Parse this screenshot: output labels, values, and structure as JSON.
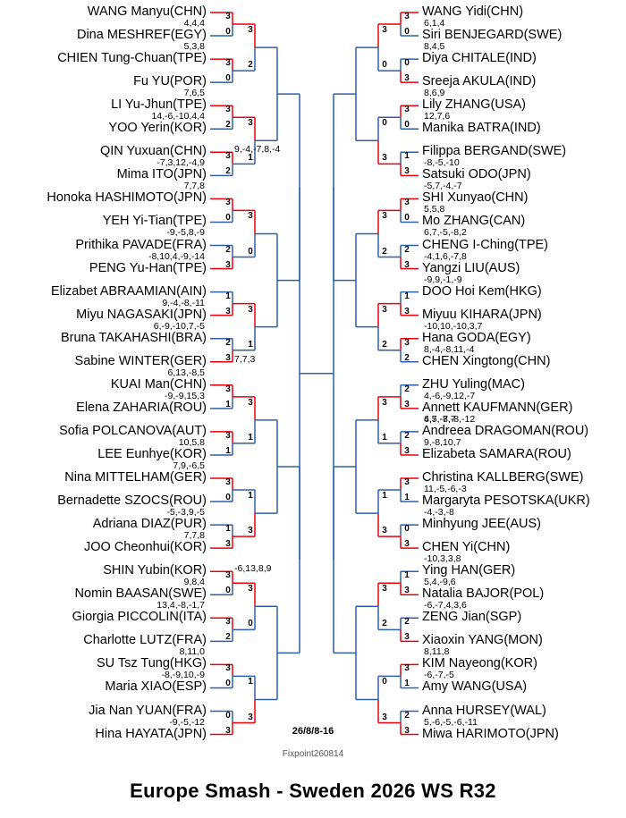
{
  "title": "Europe Smash - Sweden 2026 WS R32",
  "date_label": "26/8/8-16",
  "credit": "Fixpoint260814",
  "colors": {
    "winner_line": "#e8000b",
    "loser_line": "#2f5fa8"
  },
  "left_players": [
    "WANG Manyu(CHN)",
    "Dina MESHREF(EGY)",
    "CHIEN Tung-Chuan(TPE)",
    "Fu YU(POR)",
    "LI Yu-Jhun(TPE)",
    "YOO Yerin(KOR)",
    "QIN Yuxuan(CHN)",
    "Mima ITO(JPN)",
    "Honoka HASHIMOTO(JPN)",
    "YEH Yi-Tian(TPE)",
    "Prithika PAVADE(FRA)",
    "PENG Yu-Han(TPE)",
    "Elizabet ABRAAMIAN(AIN)",
    "Miyu NAGASAKI(JPN)",
    "Bruna TAKAHASHI(BRA)",
    "Sabine WINTER(GER)",
    "KUAI Man(CHN)",
    "Elena ZAHARIA(ROU)",
    "Sofia POLCANOVA(AUT)",
    "LEE Eunhye(KOR)",
    "Nina MITTELHAM(GER)",
    "Bernadette SZOCS(ROU)",
    "Adriana DIAZ(PUR)",
    "JOO Cheonhui(KOR)",
    "SHIN Yubin(KOR)",
    "Nomin BAASAN(SWE)",
    "Giorgia PICCOLIN(ITA)",
    "Charlotte LUTZ(FRA)",
    "SU Tsz Tung(HKG)",
    "Maria XIAO(ESP)",
    "Jia Nan YUAN(FRA)",
    "Hina HAYATA(JPN)"
  ],
  "right_players": [
    "WANG Yidi(CHN)",
    "Siri BENJEGARD(SWE)",
    "Diya CHITALE(IND)",
    "Sreeja AKULA(IND)",
    "Lily ZHANG(USA)",
    "Manika BATRA(IND)",
    "Filippa BERGAND(SWE)",
    "Satsuki ODO(JPN)",
    "SHI Xunyao(CHN)",
    "Mo ZHANG(CAN)",
    "CHENG I-Ching(TPE)",
    "Yangzi LIU(AUS)",
    "DOO Hoi Kem(HKG)",
    "Miyuu KIHARA(JPN)",
    "Hana GODA(EGY)",
    "CHEN Xingtong(CHN)",
    "ZHU Yuling(MAC)",
    "Annett KAUFMANN(GER)",
    "Andreea DRAGOMAN(ROU)",
    "Elizabeta SAMARA(ROU)",
    "Christina KALLBERG(SWE)",
    "Margaryta PESOTSKA(UKR)",
    "Minhyung JEE(AUS)",
    "CHEN Yi(CHN)",
    "Ying HAN(GER)",
    "Natalia BAJOR(POL)",
    "ZENG Jian(SGP)",
    "Xiaoxin YANG(MON)",
    "KIM Nayeong(KOR)",
    "Amy WANG(USA)",
    "Anna HURSEY(WAL)",
    "Miwa HARIMOTO(JPN)"
  ],
  "left_r1_scores": [
    "4,4,4",
    "5,3,8",
    "7,6,5",
    "14,-6,-10,4,4",
    "-7,3,12,-4,9",
    "7,7,8",
    "-9,-5,8,-9",
    "-8,10,4,-9,-14",
    "9,-4,-8,-11",
    "6,-9,-10,7,-5",
    "6,13,-8,5",
    "-9,-9,15,3",
    "10,5,8",
    "7,9,-6,5",
    "-5,-3,9,-5",
    "7,7,8",
    "9,8,4",
    "13,4,-8,-1,7",
    "8,11,0",
    "-8,-9,10,-9",
    "-9,-5,-12"
  ],
  "left_r2_scores": [
    "9,-4,-7,8,-4",
    "7,7,3",
    "-6,13,8,9"
  ],
  "right_r1_scores": [
    "6,1,4",
    "8,4,5",
    "8,6,9",
    "12,7,6",
    "-8,-5,-10",
    "-5,7,-4,-7",
    "5,5,8",
    "-4,1,6,-7,8",
    "-9,9,-1,-9",
    "-10,10,-10,3,7",
    "8,-4,-8,11,-4",
    "4,-6,-9,12,-7",
    "4,5,-8,-8,-12",
    "9,-8,10,7",
    "11,-5,-6,-3",
    "-4,-3,-8",
    "-10,3,3,8",
    "5,4,-9,6",
    "-6,-7,4,3,6",
    "8,11,8",
    "-6,-7,-5",
    "5,-6,-5,-6,-11"
  ],
  "right_r2_scores": [
    "6,7,-5,-8,2",
    "6,7,-7,7"
  ],
  "left_r1_sets": [
    [
      "3",
      "0"
    ],
    [
      "3",
      "0"
    ],
    [
      "3",
      "2"
    ],
    [
      "3",
      "2"
    ],
    [
      "3",
      "0"
    ],
    [
      "2",
      "3"
    ],
    [
      "1",
      "3"
    ],
    [
      "2",
      "3"
    ],
    [
      "3",
      "1"
    ],
    [
      "3",
      "1"
    ],
    [
      "3",
      "0"
    ],
    [
      "1",
      "3"
    ],
    [
      "3",
      "0"
    ],
    [
      "3",
      "2"
    ],
    [
      "3",
      "0"
    ],
    [
      "0",
      "3"
    ]
  ],
  "left_r2_sets": [
    [
      "3",
      "2"
    ],
    [
      "3",
      "1"
    ],
    [
      "3",
      "0"
    ],
    [
      "3",
      "1"
    ],
    [
      "3",
      "1"
    ],
    [
      "1",
      "3"
    ],
    [
      "3",
      "0"
    ],
    [
      "1",
      "3"
    ]
  ],
  "right_r1_sets": [
    [
      "3",
      "0"
    ],
    [
      "0",
      "3"
    ],
    [
      "3",
      "0"
    ],
    [
      "1",
      "3"
    ],
    [
      "3",
      "0"
    ],
    [
      "2",
      "3"
    ],
    [
      "1",
      "3"
    ],
    [
      "3",
      "2"
    ],
    [
      "2",
      "3"
    ],
    [
      "2",
      "3"
    ],
    [
      "3",
      "1"
    ],
    [
      "0",
      "3"
    ],
    [
      "1",
      "3"
    ],
    [
      "2",
      "3"
    ],
    [
      "3",
      "1"
    ],
    [
      "2",
      "3"
    ]
  ],
  "right_r2_sets": [
    [
      "3",
      "0"
    ],
    [
      "0",
      "3"
    ],
    [
      "3",
      "2"
    ],
    [
      "3",
      "2"
    ],
    [
      "3",
      "1"
    ],
    [
      "1",
      "3"
    ],
    [
      "3",
      "2"
    ],
    [
      "0",
      "3"
    ]
  ]
}
